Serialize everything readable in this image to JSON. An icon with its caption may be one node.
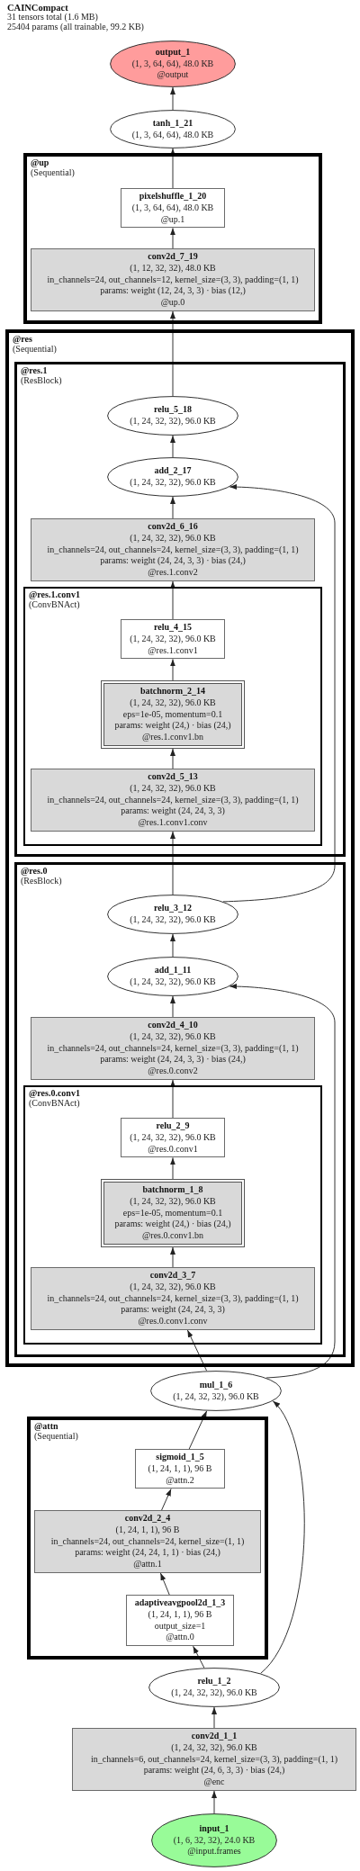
{
  "diagram": {
    "title": "CAINCompact",
    "nodes": [
      {
        "text": [
          "output_1",
          "(1, 3, 64, 64), 48.0 KB",
          "@output"
        ]
      },
      {
        "text": [
          "tanh_1_21",
          "(1, 3, 64, 64), 48.0 KB"
        ]
      },
      {
        "text": [
          "@up",
          "(Sequential)"
        ]
      },
      {
        "text": [
          "pixelshuffle_1_20",
          "(1, 3, 64, 64), 48.0 KB",
          "@up.1"
        ],
        "in": 2
      },
      {
        "text": [
          "conv2d_7_19",
          "(1, 12, 32, 32), 48.0 KB",
          "in_channels=24, out_channels=12, kernel_size=(3, 3), padding=(1, 1)",
          "params: weight (12, 24, 3, 3) · bias (12,)",
          "@up.0"
        ],
        "in": 2
      },
      {
        "text": [
          "@res",
          "(Sequential)"
        ]
      },
      {
        "text": [
          "@res.1",
          "(ResBlock)"
        ],
        "in": 5
      },
      {
        "text": [
          "relu_5_18",
          "(1, 24, 32, 32), 96.0 KB"
        ],
        "in": 6
      },
      {
        "text": [
          "add_2_17",
          "(1, 24, 32, 32), 96.0 KB"
        ],
        "in": 6
      },
      {
        "text": [
          "conv2d_6_16",
          "(1, 24, 32, 32), 96.0 KB",
          "in_channels=24, out_channels=24, kernel_size=(3, 3), padding=(1, 1)",
          "params: weight (24, 24, 3, 3) · bias (24,)",
          "@res.1.conv2"
        ],
        "in": 6
      },
      {
        "text": [
          "@res.1.conv1",
          "(ConvBNAct)"
        ],
        "in": 6
      },
      {
        "text": [
          "relu_4_15",
          "(1, 24, 32, 32), 96.0 KB",
          "@res.1.conv1"
        ],
        "in": 10
      },
      {
        "text": [
          "batchnorm_2_14",
          "(1, 24, 32, 32), 96.0 KB",
          "eps=1e-05, momentum=0.1",
          "params: weight (24,) · bias (24,)",
          "@res.1.conv1.bn"
        ],
        "in": 10
      },
      {
        "text": [
          "conv2d_5_13",
          "(1, 24, 32, 32), 96.0 KB",
          "in_channels=24, out_channels=24, kernel_size=(3, 3), padding=(1, 1)",
          "params: weight (24, 24, 3, 3)",
          "@res.1.conv1.conv"
        ],
        "in": 10
      },
      {
        "text": [
          "@res.0",
          "(ResBlock)"
        ],
        "in": 5
      },
      {
        "text": [
          "relu_3_12",
          "(1, 24, 32, 32), 96.0 KB"
        ],
        "in": 14
      },
      {
        "text": [
          "add_1_11",
          "(1, 24, 32, 32), 96.0 KB"
        ],
        "in": 14
      },
      {
        "text": [
          "conv2d_4_10",
          "(1, 24, 32, 32), 96.0 KB",
          "in_channels=24, out_channels=24, kernel_size=(3, 3), padding=(1, 1)",
          "params: weight (24, 24, 3, 3) · bias (24,)",
          "@res.0.conv2"
        ],
        "in": 14
      },
      {
        "text": [
          "@res.0.conv1",
          "(ConvBNAct)"
        ],
        "in": 14
      },
      {
        "text": [
          "relu_2_9",
          "(1, 24, 32, 32), 96.0 KB",
          "@res.0.conv1"
        ],
        "in": 18
      },
      {
        "text": [
          "batchnorm_1_8",
          "(1, 24, 32, 32), 96.0 KB",
          "eps=1e-05, momentum=0.1",
          "params: weight (24,) · bias (24,)",
          "@res.0.conv1.bn"
        ],
        "in": 18
      },
      {
        "text": [
          "conv2d_3_7",
          "(1, 24, 32, 32), 96.0 KB",
          "in_channels=24, out_channels=24, kernel_size=(3, 3), padding=(1, 1)",
          "params: weight (24, 24, 3, 3)",
          "@res.0.conv1.conv"
        ],
        "in": 18
      },
      {
        "text": [
          "mul_1_6",
          "(1, 24, 32, 32), 96.0 KB"
        ]
      },
      {
        "text": [
          "@attn",
          "(Sequential)"
        ]
      },
      {
        "text": [
          "sigmoid_1_5",
          "(1, 24, 1, 1), 96 B",
          "@attn.2"
        ],
        "in": 23
      },
      {
        "text": [
          "conv2d_2_4",
          "(1, 24, 1, 1), 96 B",
          "in_channels=24, out_channels=24, kernel_size=(1, 1)",
          "params: weight (24, 24, 1, 1) · bias (24,)",
          "@attn.1"
        ],
        "in": 23
      },
      {
        "text": [
          "adaptiveavgpool2d_1_3",
          "(1, 24, 1, 1), 96 B",
          "output_size=1",
          "@attn.0"
        ],
        "in": 23
      },
      {
        "text": [
          "relu_1_2",
          "(1, 24, 32, 32), 96.0 KB"
        ]
      },
      {
        "text": [
          "conv2d_1_1",
          "(1, 24, 32, 32), 96.0 KB",
          "in_channels=6, out_channels=24, kernel_size=(3, 3), padding=(1, 1)",
          "params: weight (24, 6, 3, 3) · bias (24,)",
          "@enc"
        ]
      },
      {
        "text": [
          "input_1",
          "(1, 6, 32, 32), 24.0 KB",
          "@input.frames"
        ]
      }
    ],
    "edges": [
      {
        "from": 29,
        "to": 28,
        "arrow": "to"
      },
      {
        "from": 28,
        "to": 27,
        "arrow": "to"
      },
      {
        "from": 27,
        "to": 26,
        "arrow": "to"
      },
      {
        "from": 27,
        "to": 22,
        "arrow": "to"
      },
      {
        "from": 26,
        "to": 25,
        "arrow": "to"
      },
      {
        "from": 25,
        "to": 24,
        "arrow": "to"
      },
      {
        "from": 24,
        "to": 22,
        "arrow": "to"
      },
      {
        "from": 22,
        "to": 21,
        "arrow": "to"
      },
      {
        "from": 22,
        "to": 16,
        "arrow": "to"
      },
      {
        "from": 21,
        "to": 20,
        "arrow": "to"
      },
      {
        "from": 20,
        "to": 19,
        "arrow": "to"
      },
      {
        "from": 19,
        "to": 17,
        "arrow": "to"
      },
      {
        "from": 17,
        "to": 16,
        "arrow": "to"
      },
      {
        "from": 16,
        "to": 15,
        "arrow": "to"
      },
      {
        "from": 15,
        "to": 13,
        "arrow": "to"
      },
      {
        "from": 15,
        "to": 8,
        "arrow": "to"
      },
      {
        "from": 13,
        "to": 12,
        "arrow": "to"
      },
      {
        "from": 12,
        "to": 11,
        "arrow": "to"
      },
      {
        "from": 11,
        "to": 9,
        "arrow": "to"
      },
      {
        "from": 9,
        "to": 8,
        "arrow": "to"
      },
      {
        "from": 8,
        "to": 7,
        "arrow": "to"
      },
      {
        "from": 7,
        "to": 4,
        "arrow": "to"
      },
      {
        "from": 4,
        "to": 3,
        "arrow": "to"
      },
      {
        "from": 3,
        "to": 1,
        "arrow": "to"
      },
      {
        "from": 1,
        "to": 0,
        "arrow": "to"
      }
    ],
    "labels": [
      "31 tensors total (1.6 MB)",
      "25404 params (all trainable, 99.2 KB)"
    ]
  }
}
